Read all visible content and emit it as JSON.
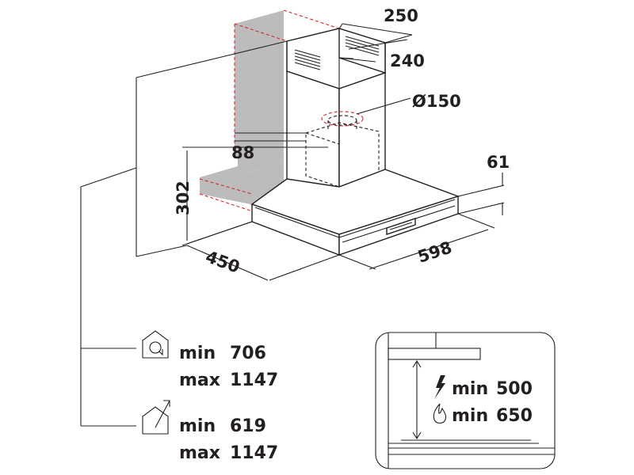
{
  "dimensions": {
    "chimney_width": "250",
    "chimney_depth": "240",
    "outlet_diameter": "Ø150",
    "wall_offset": "88",
    "canopy_height": "302",
    "canopy_thickness": "61",
    "hood_depth": "450",
    "hood_width": "598"
  },
  "recirculation": {
    "icon": "recirculation-house-icon",
    "min_label": "min",
    "min_value": "706",
    "max_label": "max",
    "max_value": "1147"
  },
  "extraction": {
    "icon": "extraction-house-icon",
    "min_label": "min",
    "min_value": "619",
    "max_label": "max",
    "max_value": "1147"
  },
  "clearance": {
    "electric_icon": "lightning-icon",
    "electric_label": "min",
    "electric_value": "500",
    "gas_icon": "flame-icon",
    "gas_label": "min",
    "gas_value": "650"
  },
  "colors": {
    "line": "#231f20",
    "wall": "#bcbcbc",
    "guide": "#d7262b"
  }
}
